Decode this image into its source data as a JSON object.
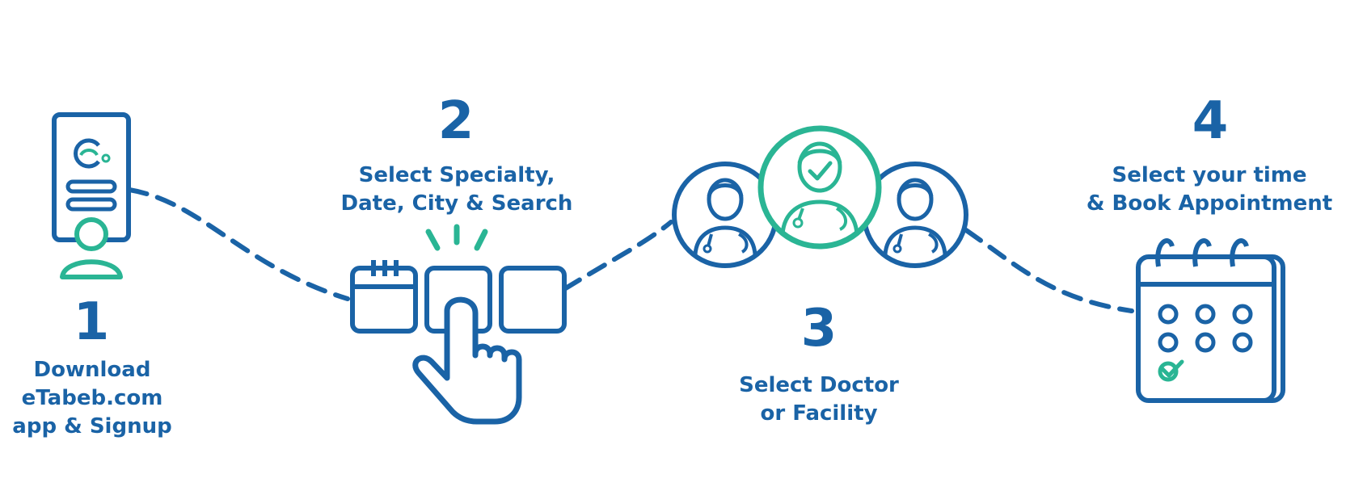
{
  "colors": {
    "primary": "#1a63a6",
    "accent": "#2ab594"
  },
  "steps": [
    {
      "number": "1",
      "lines": [
        "Download",
        "eTabeb.com",
        "app & Signup"
      ],
      "icon": "phone-user-icon"
    },
    {
      "number": "2",
      "lines": [
        "Select Specialty,",
        "Date, City & Search"
      ],
      "icon": "hand-tap-icon"
    },
    {
      "number": "3",
      "lines": [
        "Select Doctor",
        "or Facility"
      ],
      "icon": "doctors-icon"
    },
    {
      "number": "4",
      "lines": [
        "Select your time",
        "& Book Appointment"
      ],
      "icon": "calendar-check-icon"
    }
  ]
}
